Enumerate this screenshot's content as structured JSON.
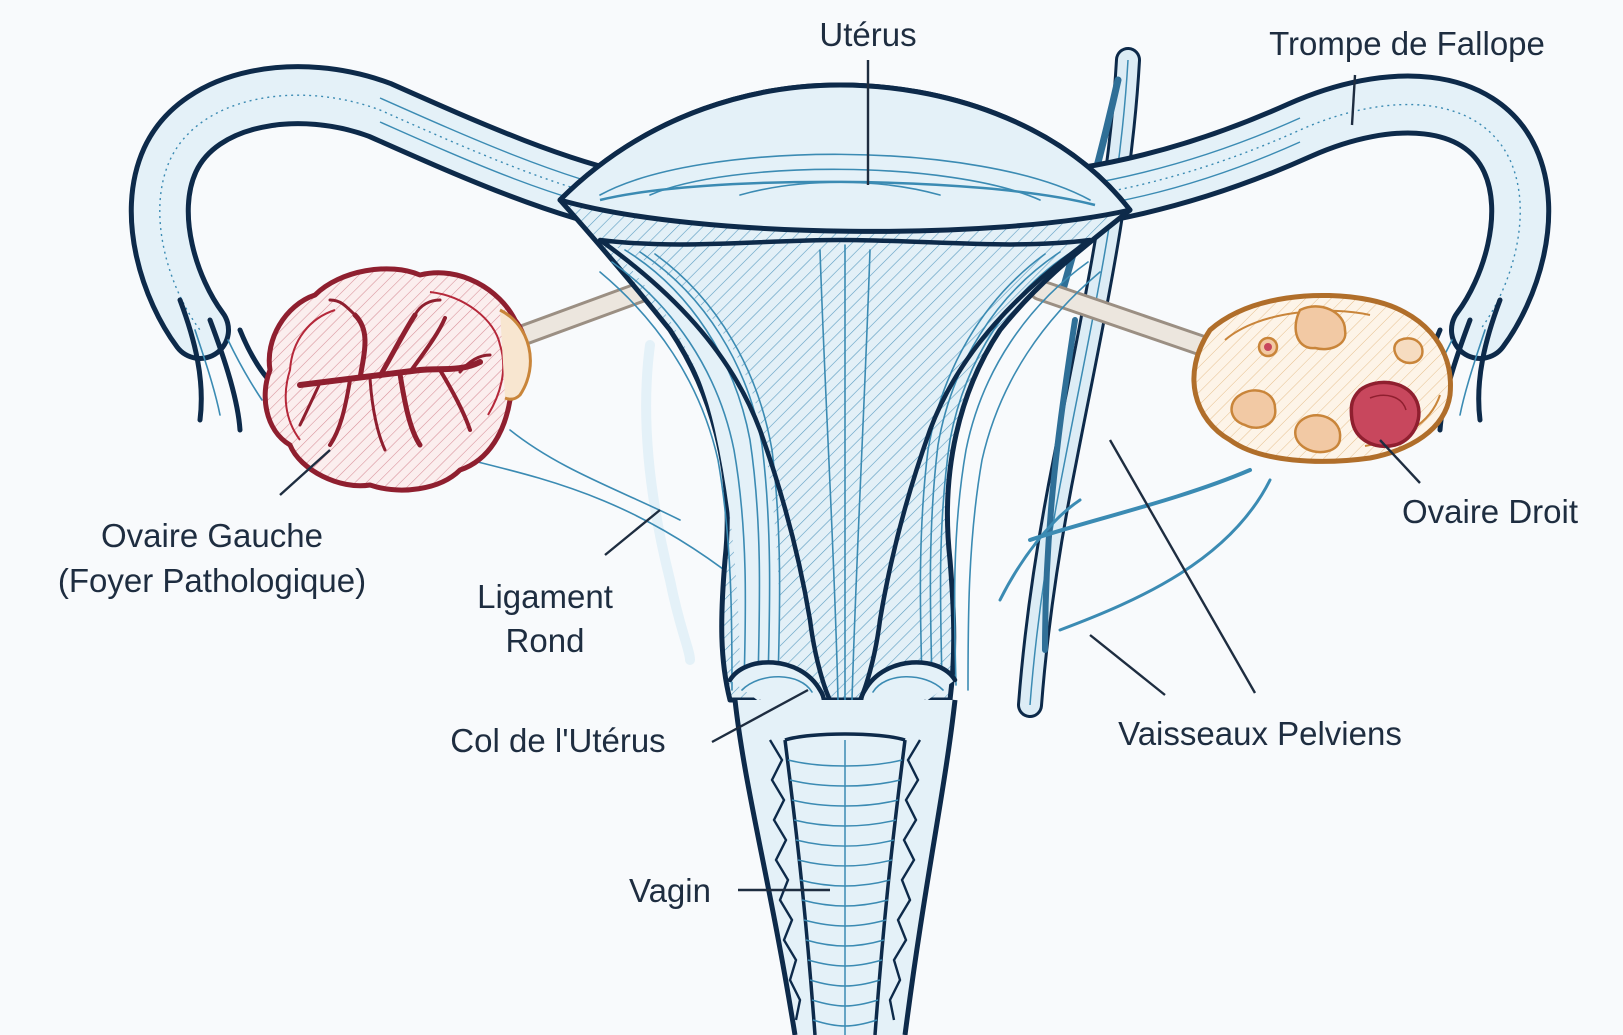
{
  "labels": {
    "uterus": "Utérus",
    "fallopian_tube": "Trompe de Fallope",
    "left_ovary_line1": "Ovaire Gauche",
    "left_ovary_line2": "(Foyer Pathologique)",
    "right_ovary": "Ovaire Droit",
    "round_ligament_line1": "Ligament",
    "round_ligament_line2": "Rond",
    "cervix": "Col de l'Utérus",
    "vagina": "Vagin",
    "pelvic_vessels": "Vaisseaux Pelviens"
  },
  "colors": {
    "outline": "#0d2a4a",
    "tissue_fill": "#e4f1f8",
    "tissue_line": "#3b8bb3",
    "left_ovary_accent": "#b5283a",
    "right_ovary_accent": "#c9853a",
    "lesion": "#c8475d"
  }
}
